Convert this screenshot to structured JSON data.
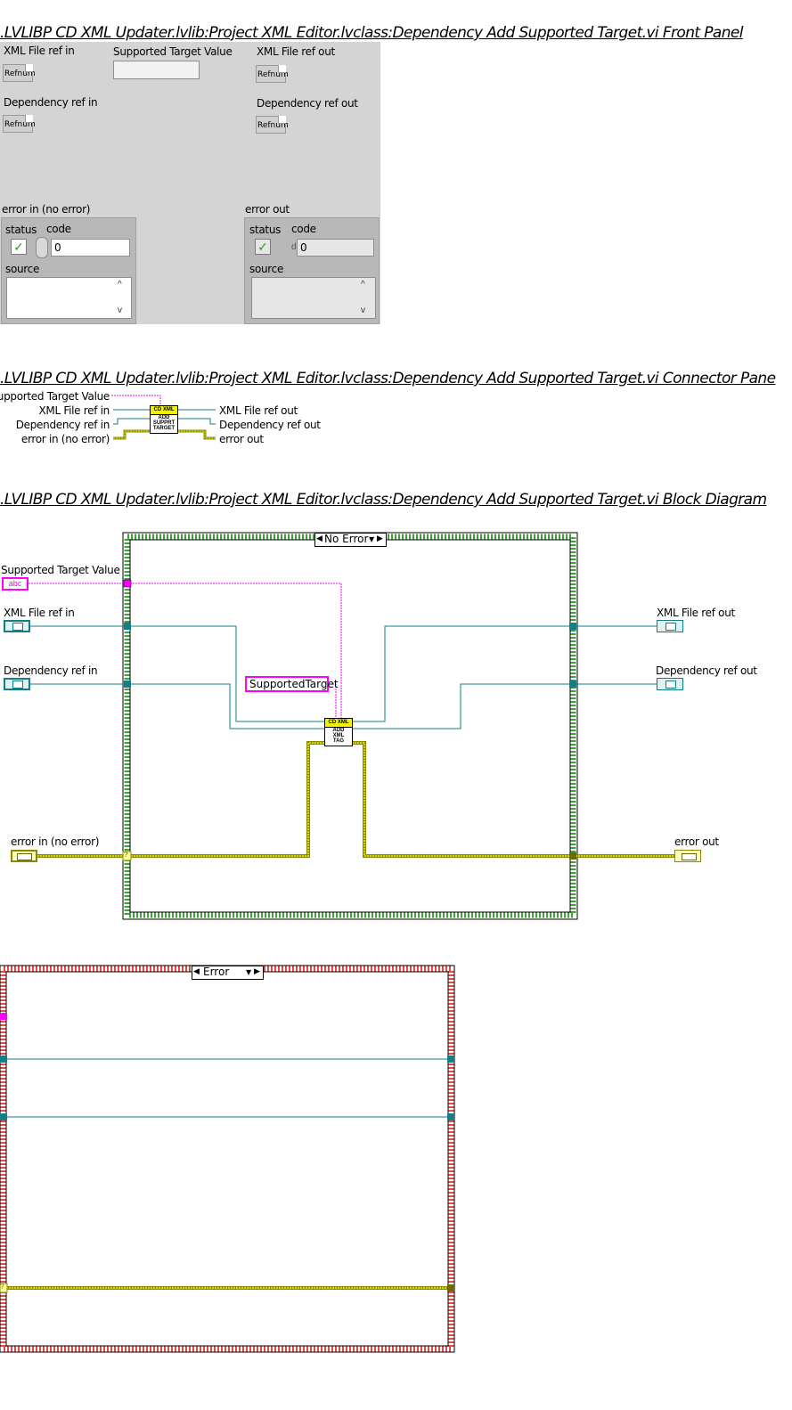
{
  "titles": {
    "front_panel": ".LVLIBP CD XML Updater.lvlib:Project XML Editor.lvclass:Dependency Add Supported Target.vi Front Panel",
    "connector_pane": ".LVLIBP CD XML Updater.lvlib:Project XML Editor.lvclass:Dependency Add Supported Target.vi Connector Pane",
    "block_diagram": ".LVLIBP CD XML Updater.lvlib:Project XML Editor.lvclass:Dependency Add Supported Target.vi Block Diagram"
  },
  "front_panel": {
    "xml_in_label": "XML File ref in",
    "supported_target_label": "Supported Target Value",
    "supported_target_value": "",
    "xml_out_label": "XML File ref out",
    "dep_in_label": "Dependency ref in",
    "dep_out_label": "Dependency ref out",
    "refnum_text": "Refnum",
    "error_in": {
      "label": "error in (no error)",
      "status_label": "status",
      "code_label": "code",
      "code_value": "0",
      "source_label": "source",
      "status_glyph": "✓"
    },
    "error_out": {
      "label": "error out",
      "status_label": "status",
      "code_label": "code",
      "code_value": "0",
      "source_label": "source",
      "status_glyph": "✓",
      "code_prefix": "d"
    }
  },
  "connector_pane": {
    "left": [
      "Supported Target Value",
      "XML File ref in",
      "Dependency ref in",
      "error in (no error)"
    ],
    "right": [
      "XML File ref out",
      "Dependency ref out",
      "error out"
    ],
    "icon_header": "CD XML",
    "icon_lines": [
      "ADD",
      "SUPPRT",
      "TARGET"
    ]
  },
  "block_diagram": {
    "case_no_error": "No Error",
    "case_error": "Error",
    "supported_target_label": "Supported Target Value",
    "supported_target_term": "abc",
    "xml_in_label": "XML File ref in",
    "dep_in_label": "Dependency ref in",
    "xml_out_label": "XML File ref out",
    "dep_out_label": "Dependency ref out",
    "error_in_label": "error in (no error)",
    "error_out_label": "error out",
    "string_constant": "SupportedTarget",
    "subvi_header": "CD XML",
    "subvi_lines": [
      "ADD",
      "XML",
      "TAG"
    ],
    "tunnel_q": "?"
  },
  "colors": {
    "refnum_wire": "#137e83",
    "string_wire": "#ff00ff",
    "error_wire": "#c8c800",
    "case_no_error_border": "#3aa33a",
    "case_error_border": "#e24a4a"
  }
}
